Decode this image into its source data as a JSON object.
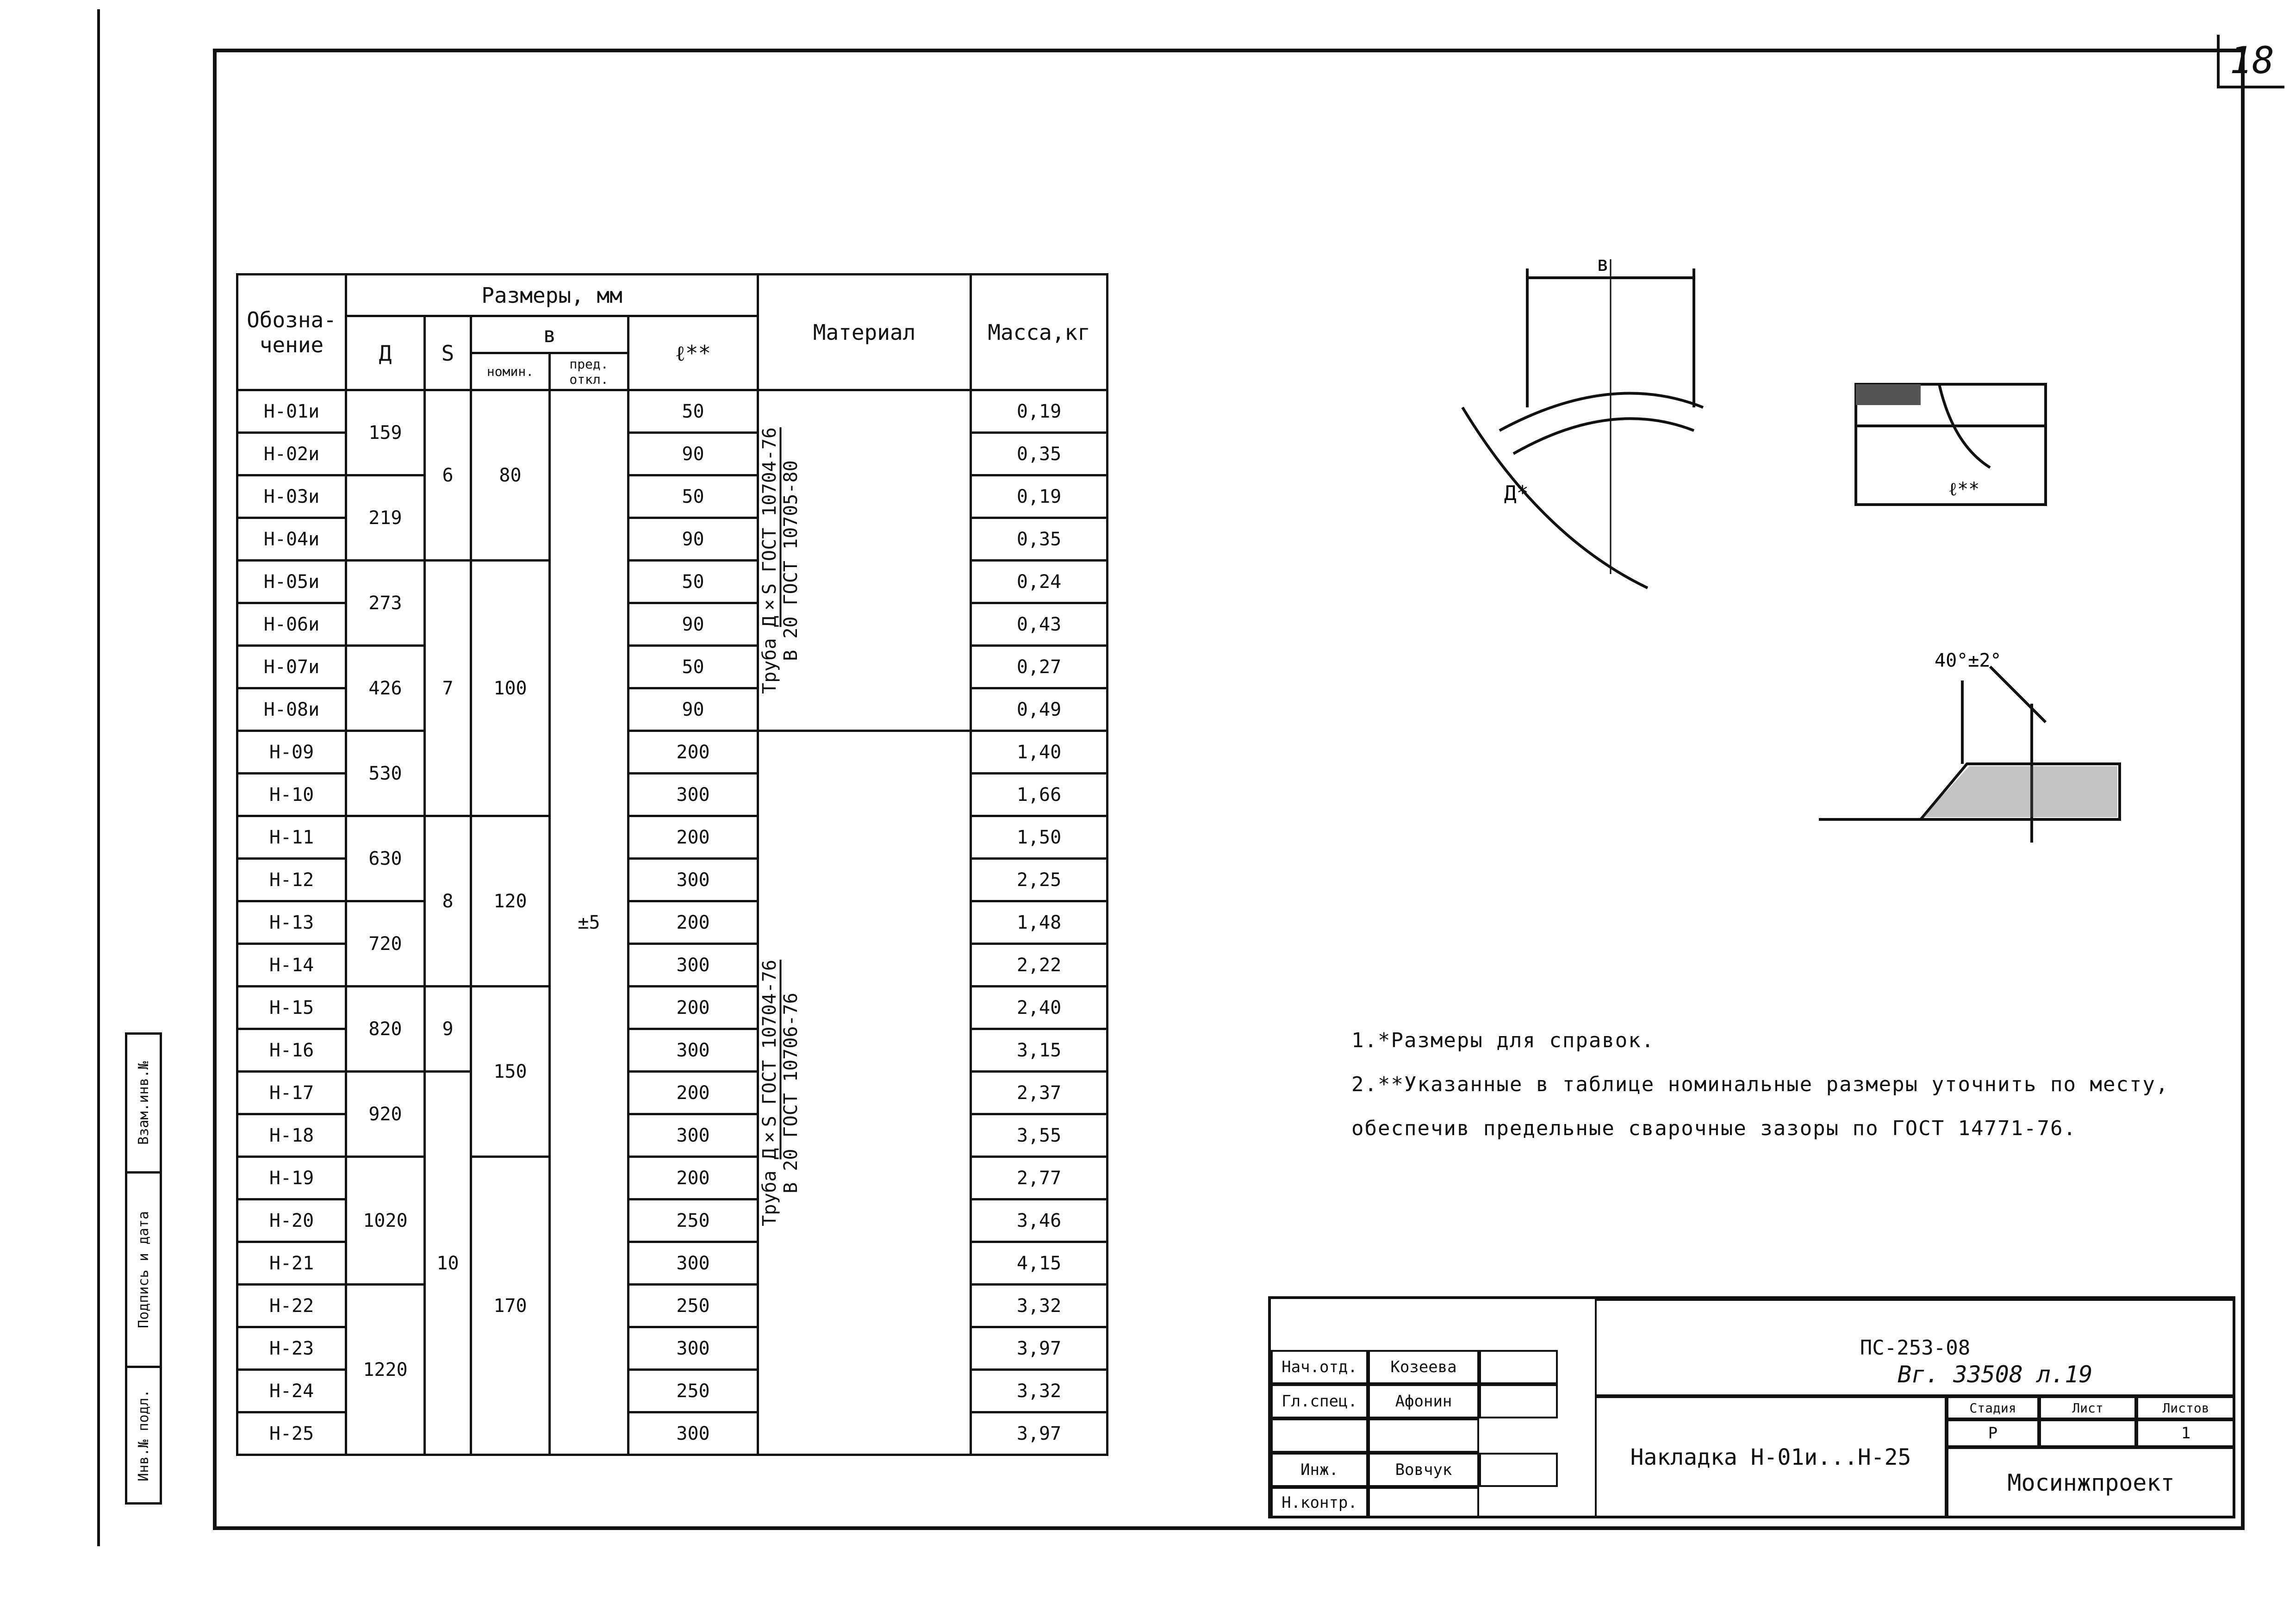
{
  "sheet_number": "18",
  "margin_stamp": [
    "Инв.№ подл.",
    "Подпись и дата",
    "Взам.инв.№"
  ],
  "table": {
    "header": {
      "designation": "Обозна-чение",
      "dimensions": "Размеры, мм",
      "D": "Д",
      "s": "S",
      "b": "в",
      "b_nominal": "номин.",
      "b_tolerance": "пред. откл.",
      "l": "ℓ**",
      "material": "Материал",
      "mass": "Масса,кг"
    },
    "rows": [
      {
        "designation": "Н-01и",
        "l": "50",
        "mass": "0,19"
      },
      {
        "designation": "Н-02и",
        "l": "90",
        "mass": "0,35"
      },
      {
        "designation": "Н-03и",
        "l": "50",
        "mass": "0,19"
      },
      {
        "designation": "Н-04и",
        "l": "90",
        "mass": "0,35"
      },
      {
        "designation": "Н-05и",
        "l": "50",
        "mass": "0,24"
      },
      {
        "designation": "Н-06и",
        "l": "90",
        "mass": "0,43"
      },
      {
        "designation": "Н-07и",
        "l": "50",
        "mass": "0,27"
      },
      {
        "designation": "Н-08и",
        "l": "90",
        "mass": "0,49"
      },
      {
        "designation": "Н-09",
        "l": "200",
        "mass": "1,40"
      },
      {
        "designation": "Н-10",
        "l": "300",
        "mass": "1,66"
      },
      {
        "designation": "Н-11",
        "l": "200",
        "mass": "1,50"
      },
      {
        "designation": "Н-12",
        "l": "300",
        "mass": "2,25"
      },
      {
        "designation": "Н-13",
        "l": "200",
        "mass": "1,48"
      },
      {
        "designation": "Н-14",
        "l": "300",
        "mass": "2,22"
      },
      {
        "designation": "Н-15",
        "l": "200",
        "mass": "2,40"
      },
      {
        "designation": "Н-16",
        "l": "300",
        "mass": "3,15"
      },
      {
        "designation": "Н-17",
        "l": "200",
        "mass": "2,37"
      },
      {
        "designation": "Н-18",
        "l": "300",
        "mass": "3,55"
      },
      {
        "designation": "Н-19",
        "l": "200",
        "mass": "2,77"
      },
      {
        "designation": "Н-20",
        "l": "250",
        "mass": "3,46"
      },
      {
        "designation": "Н-21",
        "l": "300",
        "mass": "4,15"
      },
      {
        "designation": "Н-22",
        "l": "250",
        "mass": "3,32"
      },
      {
        "designation": "Н-23",
        "l": "300",
        "mass": "3,97"
      },
      {
        "designation": "Н-24",
        "l": "250",
        "mass": "3,32"
      },
      {
        "designation": "Н-25",
        "l": "300",
        "mass": "3,97"
      }
    ],
    "D_groups": [
      "159",
      "219",
      "273",
      "426",
      "530",
      "630",
      "720",
      "820",
      "920",
      "1020",
      "1220"
    ],
    "s_groups": [
      "6",
      "7",
      "8",
      "9",
      "10"
    ],
    "b_groups": [
      "80",
      "100",
      "120",
      "150",
      "170"
    ],
    "b_tolerance": "±5",
    "material_1": {
      "prefix": "Труба",
      "top": "Д×S ГОСТ 10704-76",
      "bottom": "В 20 ГОСТ 10705-80"
    },
    "material_2": {
      "prefix": "Труба",
      "top": "Д×S ГОСТ 10704-76",
      "bottom": "В 20 ГОСТ 10706-76"
    }
  },
  "drawing": {
    "label_b": "в",
    "label_D": "Д*",
    "label_l": "ℓ**",
    "label_angle": "40°±2°"
  },
  "notes": [
    "1.*Размеры для справок.",
    "2.**Указанные в таблице номинальные размеры уточнить по месту,",
    "обеспечив предельные сварочные зазоры по ГОСТ 14771-76."
  ],
  "title_block": {
    "roles": [
      "Нач.отд.",
      "Гл.спец.",
      "",
      "Инж.",
      "Н.контр."
    ],
    "names": [
      "Козеева",
      "Афонин",
      "",
      "Вовчук",
      ""
    ],
    "doc_code": "ПС-253-08",
    "inventory_note": "Вг. 33508 л.19",
    "stage_label": "Стадия",
    "sheet_label": "Лист",
    "sheets_label": "Листов",
    "stage_value": "Р",
    "sheets_value": "1",
    "title": "Накладка Н-01и...Н-25",
    "organization": "Мосинжпроект"
  }
}
